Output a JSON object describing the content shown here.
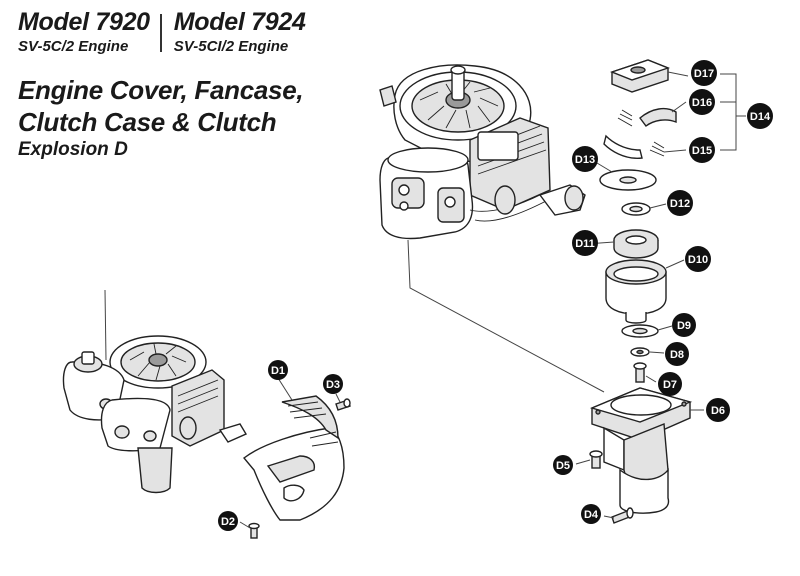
{
  "header": {
    "models": [
      {
        "name": "Model 7920",
        "engine": "SV-5C/2 Engine"
      },
      {
        "name": "Model 7924",
        "engine": "SV-5CI/2 Engine"
      }
    ]
  },
  "title": {
    "line1": "Engine Cover, Fancase,",
    "line2": "Clutch Case & Clutch",
    "subtitle": "Explosion D"
  },
  "callouts": [
    {
      "id": "D1",
      "label": "D1"
    },
    {
      "id": "D2",
      "label": "D2"
    },
    {
      "id": "D3",
      "label": "D3"
    },
    {
      "id": "D4",
      "label": "D4"
    },
    {
      "id": "D5",
      "label": "D5"
    },
    {
      "id": "D6",
      "label": "D6"
    },
    {
      "id": "D7",
      "label": "D7"
    },
    {
      "id": "D8",
      "label": "D8"
    },
    {
      "id": "D9",
      "label": "D9"
    },
    {
      "id": "D10",
      "label": "D10"
    },
    {
      "id": "D11",
      "label": "D11"
    },
    {
      "id": "D12",
      "label": "D12"
    },
    {
      "id": "D13",
      "label": "D13"
    },
    {
      "id": "D14",
      "label": "D14"
    },
    {
      "id": "D15",
      "label": "D15"
    },
    {
      "id": "D16",
      "label": "D16"
    },
    {
      "id": "D17",
      "label": "D17"
    }
  ]
}
